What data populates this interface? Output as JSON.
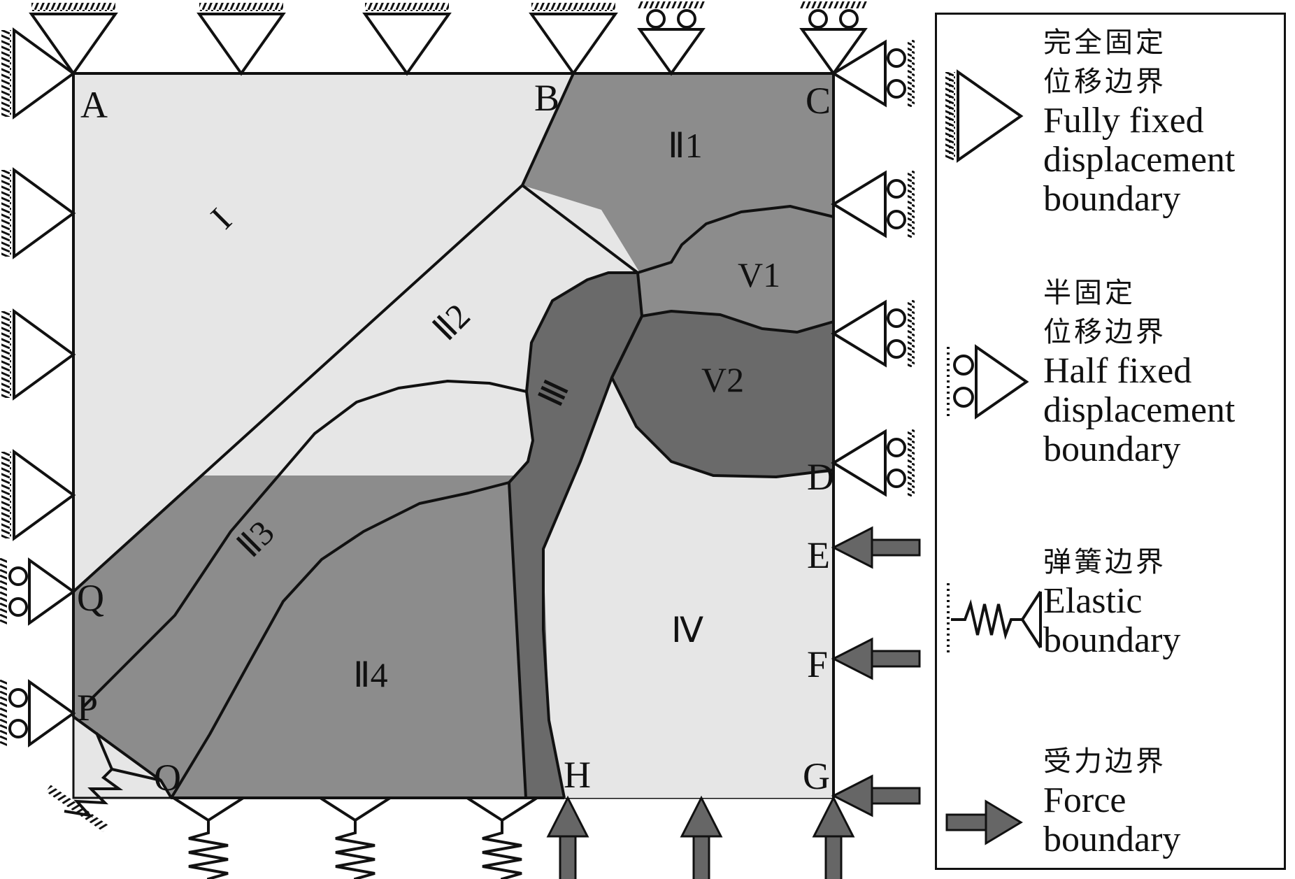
{
  "regions": {
    "I": "I",
    "II1": "Ⅱ1",
    "II2": "Ⅱ2",
    "II3": "Ⅱ3",
    "II4": "Ⅱ4",
    "III": "Ⅲ",
    "IV": "Ⅳ",
    "V1": "V1",
    "V2": "V2"
  },
  "points": {
    "A": "A",
    "B": "B",
    "C": "C",
    "D": "D",
    "E": "E",
    "F": "F",
    "G": "G",
    "H": "H",
    "O": "O",
    "P": "P",
    "Q": "Q"
  },
  "legend": {
    "fully_fixed": {
      "zh1": "完全固定",
      "zh2": "位移边界",
      "en1": "Fully fixed",
      "en2": "displacement",
      "en3": "boundary"
    },
    "half_fixed": {
      "zh1": "半固定",
      "zh2": "位移边界",
      "en1": "Half fixed",
      "en2": "displacement",
      "en3": "boundary"
    },
    "elastic": {
      "zh1": "弹簧边界",
      "en1": "Elastic",
      "en2": "boundary"
    },
    "force": {
      "zh1": "受力边界",
      "en1": "Force",
      "en2": "boundary"
    }
  },
  "colors": {
    "light": "#e6e6e6",
    "medium": "#8c8c8c",
    "dark": "#6a6a6a",
    "arrow": "#666666",
    "stroke": "#111111"
  }
}
